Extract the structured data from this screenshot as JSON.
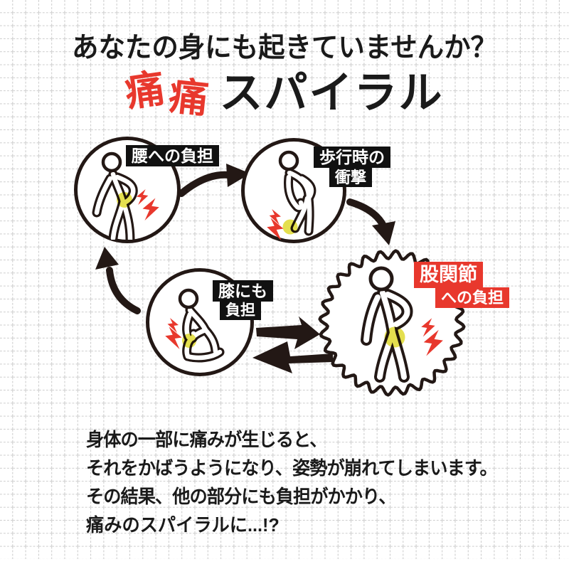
{
  "title": {
    "question": "あなたの身にも起きていませんか？",
    "accent_first": "痛",
    "accent_second": "痛",
    "main": "スパイラル"
  },
  "cycle_nodes": [
    {
      "id": "waist",
      "label": "腰への負担"
    },
    {
      "id": "walking",
      "label_line1": "歩行時の",
      "label_line2": "衝撃"
    },
    {
      "id": "knee",
      "label_line1": "膝にも",
      "label_line2": "負担"
    },
    {
      "id": "hip-joint",
      "label_line1": "股関節",
      "label_line2": "への負担"
    }
  ],
  "description_lines": [
    "身体の一部に痛みが生じると、",
    "それをかばうようになり、姿勢が崩れてしまいます。",
    "その結果、他の部分にも負担がかかり、",
    "痛みのスパイラルに...!?"
  ],
  "icons": {
    "figure_waist": "person-lower-back-pain",
    "figure_walking": "person-walking-foot-pain",
    "figure_knee": "person-kneeling-knee-pain",
    "figure_hip": "person-hip-joint-pain",
    "pain_flash": "red-lightning-bolts",
    "pain_spot": "yellow-pain-dot"
  },
  "colors": {
    "accent_red": "#e8382d",
    "pain_yellow": "#e4df4e",
    "ink_black": "#231815",
    "label_black_bg": "#111111",
    "grid_gray": "#cccccc"
  }
}
